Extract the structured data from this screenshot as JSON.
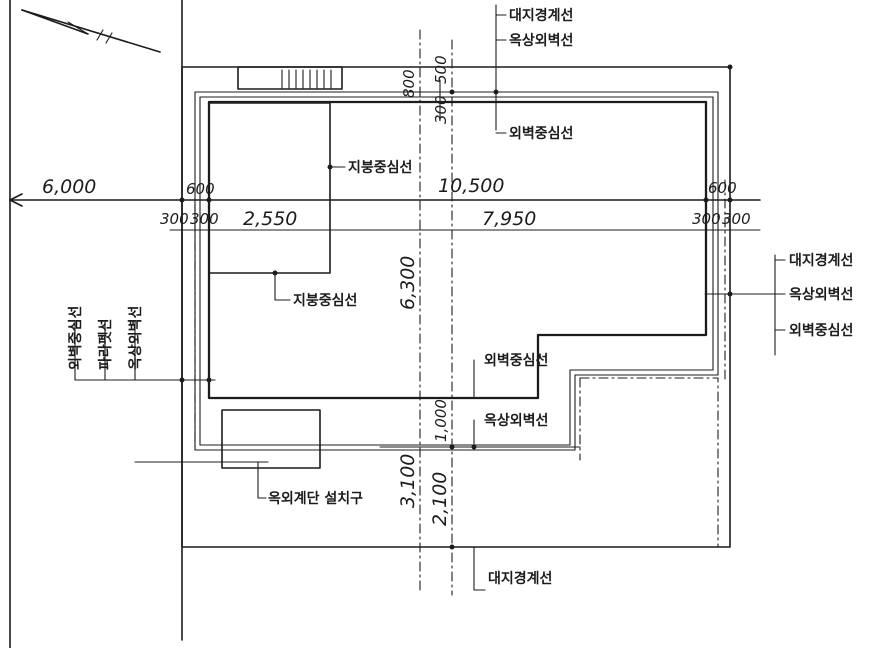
{
  "dimensions": {
    "site_width": "6,000",
    "left_offset": "600",
    "building_length": "10,500",
    "right_offset": "600",
    "wall_left_a": "300",
    "wall_left_b": "300",
    "room_width": "2,550",
    "main_span": "7,950",
    "wall_right_a": "300",
    "wall_right_b": "300",
    "depth": "6,300",
    "top_margin": "800",
    "top_sub_a": "300",
    "top_sub_b": "500",
    "bottom_a": "1,000",
    "bottom_b": "3,100",
    "bottom_c": "2,100"
  },
  "labels": {
    "top_1": "대지경계선",
    "top_2": "옥상외벽선",
    "top_3": "외벽중심선",
    "room_1": "지붕중심선",
    "room_2": "지붕중심선",
    "right_1": "대지경계선",
    "right_2": "옥상외벽선",
    "right_3": "외벽중심선",
    "left_1": "외벽중심선",
    "left_2": "파라펫선",
    "left_3": "옥상외벽선",
    "notch_1": "외벽중심선",
    "notch_2": "옥상외벽선",
    "box": "옥외계단 설치구",
    "bottom": "대지경계선"
  }
}
